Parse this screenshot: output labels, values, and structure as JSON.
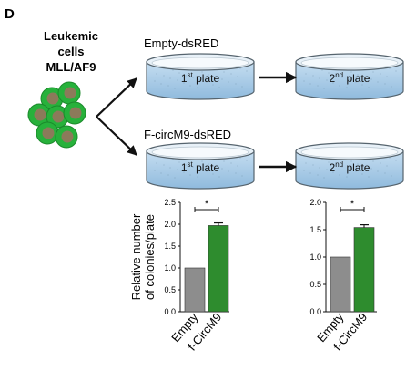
{
  "panel_label": "D",
  "cells_label": [
    "Leukemic",
    "cells",
    "MLL/AF9"
  ],
  "conditions": [
    {
      "name": "Empty-dsRED",
      "plates": [
        {
          "ord": "1",
          "sup": "st",
          "word": " plate"
        },
        {
          "ord": "2",
          "sup": "nd",
          "word": " plate"
        }
      ]
    },
    {
      "name": "F-circM9-dsRED",
      "plates": [
        {
          "ord": "1",
          "sup": "st",
          "word": " plate"
        },
        {
          "ord": "2",
          "sup": "nd",
          "word": " plate"
        }
      ]
    }
  ],
  "colors": {
    "cell_outer": "#27b13b",
    "cell_nucleus": "#8c7a5a",
    "plate_fill": "#a9cdea",
    "plate_rim": "#56646e",
    "bar_empty": "#8d8d8d",
    "bar_circ": "#2e8c2e"
  },
  "chart_data": [
    {
      "type": "bar",
      "ylabel": [
        "Relative number",
        "of colonies/plate"
      ],
      "ylim": [
        0,
        2.5
      ],
      "yticks": [
        "0.0",
        "0.5",
        "1.0",
        "1.5",
        "2.0",
        "2.5"
      ],
      "categories": [
        "Empty",
        "f-CircM9"
      ],
      "values": [
        1.0,
        1.97
      ],
      "errors": [
        0,
        0.06
      ],
      "significance": "*"
    },
    {
      "type": "bar",
      "ylabel": [],
      "ylim": [
        0,
        2.0
      ],
      "yticks": [
        "0.0",
        "0.5",
        "1.0",
        "1.5",
        "2.0"
      ],
      "categories": [
        "Empty",
        "f-CircM9"
      ],
      "values": [
        1.0,
        1.54
      ],
      "errors": [
        0,
        0.05
      ],
      "significance": "*"
    }
  ]
}
